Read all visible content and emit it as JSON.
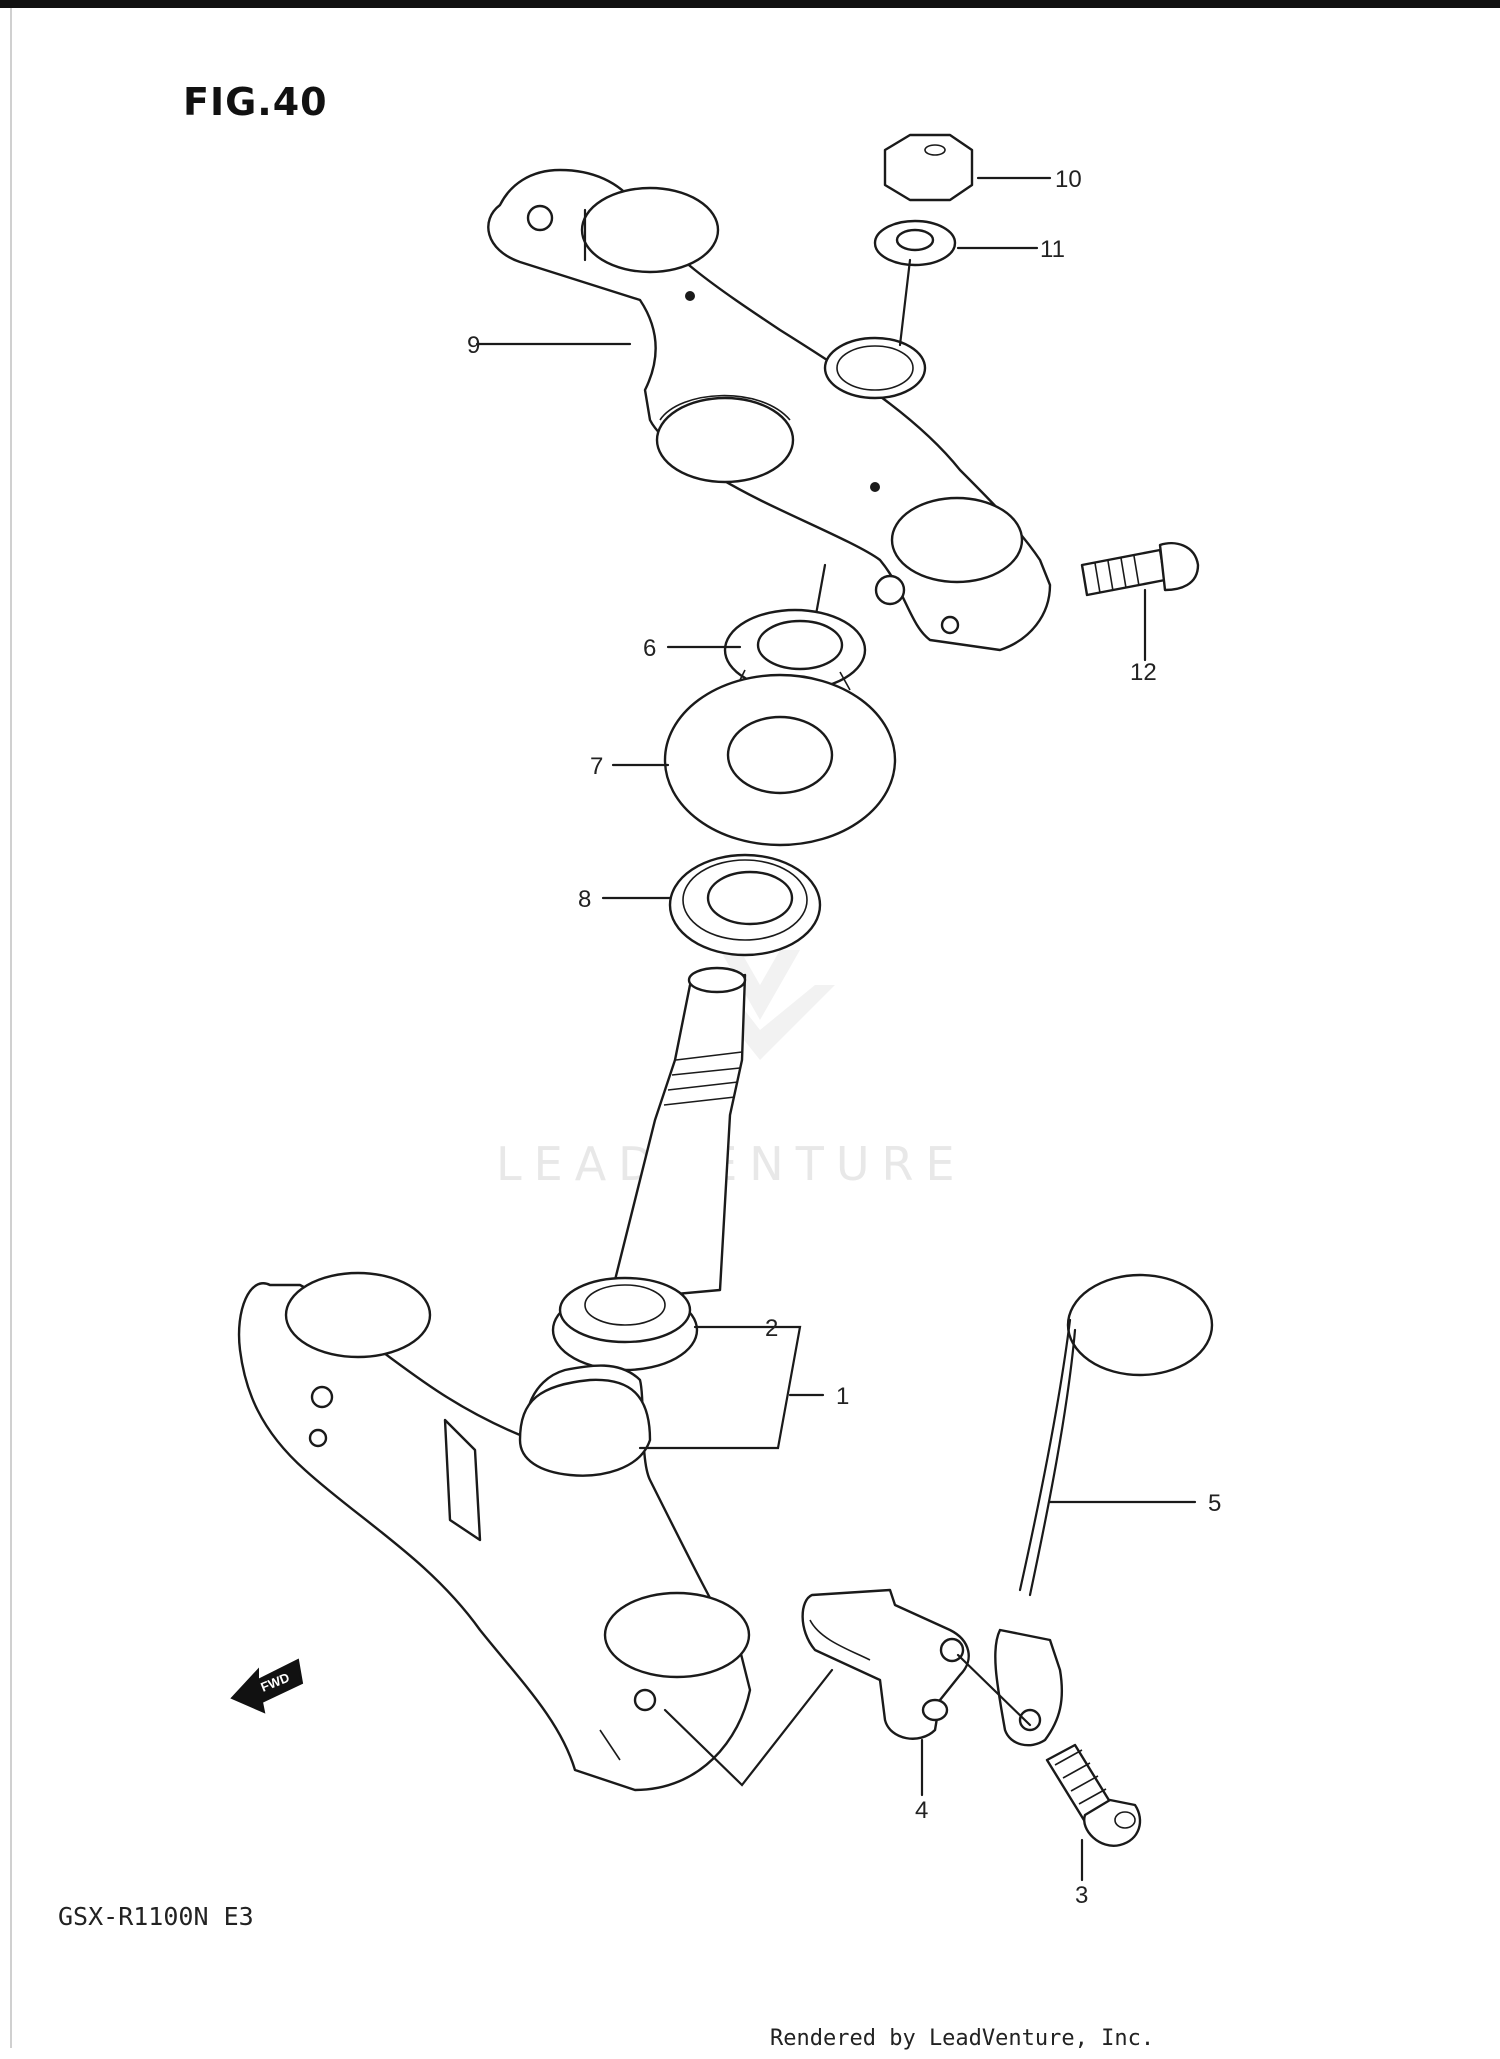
{
  "figure_title": "FIG.40",
  "model": "GSX-R1100N E3",
  "footer": "Rendered by LeadVenture, Inc.",
  "watermark": "LEADVENTURE",
  "fwd_label": "FWD",
  "callouts": {
    "p1": "1",
    "p2": "2",
    "p3": "3",
    "p4": "4",
    "p5": "5",
    "p6": "6",
    "p7": "7",
    "p8": "8",
    "p9": "9",
    "p10": "10",
    "p11": "11",
    "p12": "12"
  }
}
